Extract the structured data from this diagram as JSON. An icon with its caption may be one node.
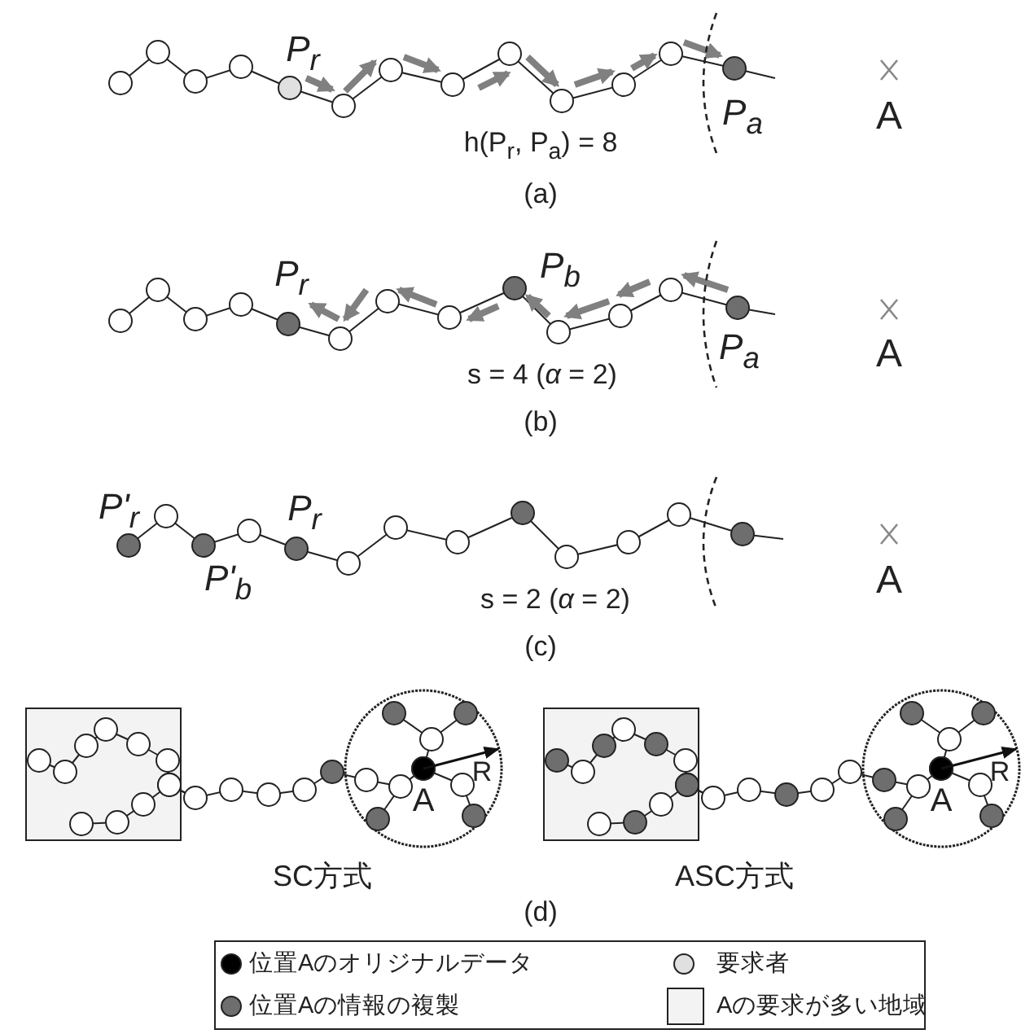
{
  "diagram": {
    "labels": [
      "P$_{r}$",
      "P$_{a}$",
      "A",
      "h(P$_{r}$, P$_{a}$) = 8",
      "(a)",
      "P$_{r}$",
      "P$_{b}$",
      "P$_{a}$",
      "A",
      "s = 4  (*α* = 2)",
      "(b)",
      "P'$_{r}$",
      "P$_{r}$",
      "P'$_{b}$",
      "A",
      "s = 2  (*α* = 2)",
      "(c)",
      "A",
      "R",
      "A",
      "R",
      "SC方式",
      "ASC方式",
      "(d)"
    ],
    "legend": [
      {
        "text": "位置Aのオリジナルデータ",
        "color": "#000000"
      },
      {
        "text": "要求者",
        "color": "#e0e0e0"
      },
      {
        "text": "位置Aの情報の複製",
        "color": "#6e6e6e"
      },
      {
        "text": "Aの要求が多い地域",
        "color": "#f3f3f3"
      }
    ]
  }
}
